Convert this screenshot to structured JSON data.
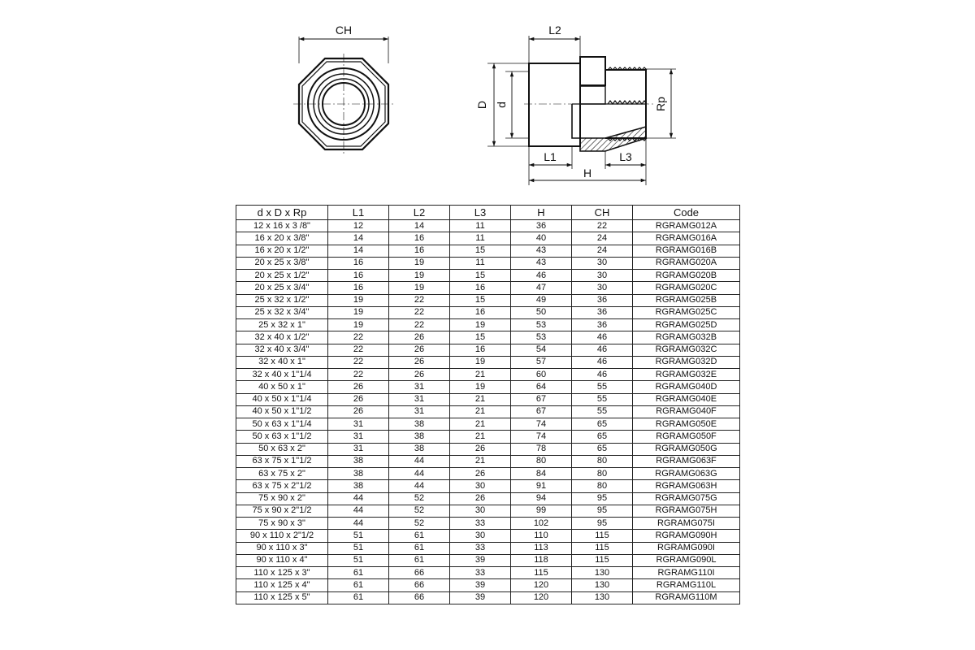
{
  "drawing": {
    "labels": {
      "ch": "CH",
      "l2": "L2",
      "d_outer": "D",
      "d_inner": "d",
      "rp": "Rp",
      "l1": "L1",
      "l3": "L3",
      "h": "H"
    }
  },
  "table": {
    "headers": [
      "d x D x Rp",
      "L1",
      "L2",
      "L3",
      "H",
      "CH",
      "Code"
    ],
    "rows": [
      [
        "12 x 16 x 3 /8\"",
        "12",
        "14",
        "11",
        "36",
        "22",
        "RGRAMG012A"
      ],
      [
        "16 x 20 x 3/8\"",
        "14",
        "16",
        "11",
        "40",
        "24",
        "RGRAMG016A"
      ],
      [
        "16 x 20 x 1/2\"",
        "14",
        "16",
        "15",
        "43",
        "24",
        "RGRAMG016B"
      ],
      [
        "20 x 25 x 3/8\"",
        "16",
        "19",
        "11",
        "43",
        "30",
        "RGRAMG020A"
      ],
      [
        "20 x 25 x 1/2\"",
        "16",
        "19",
        "15",
        "46",
        "30",
        "RGRAMG020B"
      ],
      [
        "20 x 25 x 3/4\"",
        "16",
        "19",
        "16",
        "47",
        "30",
        "RGRAMG020C"
      ],
      [
        "25 x 32 x 1/2\"",
        "19",
        "22",
        "15",
        "49",
        "36",
        "RGRAMG025B"
      ],
      [
        "25 x 32 x 3/4\"",
        "19",
        "22",
        "16",
        "50",
        "36",
        "RGRAMG025C"
      ],
      [
        "25 x 32 x 1\"",
        "19",
        "22",
        "19",
        "53",
        "36",
        "RGRAMG025D"
      ],
      [
        "32 x 40 x 1/2\"",
        "22",
        "26",
        "15",
        "53",
        "46",
        "RGRAMG032B"
      ],
      [
        "32 x 40 x 3/4\"",
        "22",
        "26",
        "16",
        "54",
        "46",
        "RGRAMG032C"
      ],
      [
        "32 x 40 x 1\"",
        "22",
        "26",
        "19",
        "57",
        "46",
        "RGRAMG032D"
      ],
      [
        "32 x 40 x 1\"1/4",
        "22",
        "26",
        "21",
        "60",
        "46",
        "RGRAMG032E"
      ],
      [
        "40 x 50 x 1\"",
        "26",
        "31",
        "19",
        "64",
        "55",
        "RGRAMG040D"
      ],
      [
        "40 x 50 x 1\"1/4",
        "26",
        "31",
        "21",
        "67",
        "55",
        "RGRAMG040E"
      ],
      [
        "40 x 50 x 1\"1/2",
        "26",
        "31",
        "21",
        "67",
        "55",
        "RGRAMG040F"
      ],
      [
        "50 x 63 x 1\"1/4",
        "31",
        "38",
        "21",
        "74",
        "65",
        "RGRAMG050E"
      ],
      [
        "50 x 63 x 1\"1/2",
        "31",
        "38",
        "21",
        "74",
        "65",
        "RGRAMG050F"
      ],
      [
        "50 x 63 x 2\"",
        "31",
        "38",
        "26",
        "78",
        "65",
        "RGRAMG050G"
      ],
      [
        "63 x 75 x 1\"1/2",
        "38",
        "44",
        "21",
        "80",
        "80",
        "RGRAMG063F"
      ],
      [
        "63 x 75 x 2\"",
        "38",
        "44",
        "26",
        "84",
        "80",
        "RGRAMG063G"
      ],
      [
        "63 x 75 x 2\"1/2",
        "38",
        "44",
        "30",
        "91",
        "80",
        "RGRAMG063H"
      ],
      [
        "75 x 90 x 2\"",
        "44",
        "52",
        "26",
        "94",
        "95",
        "RGRAMG075G"
      ],
      [
        "75 x 90 x 2\"1/2",
        "44",
        "52",
        "30",
        "99",
        "95",
        "RGRAMG075H"
      ],
      [
        "75 x 90 x 3\"",
        "44",
        "52",
        "33",
        "102",
        "95",
        "RGRAMG075I"
      ],
      [
        "90 x 110 x 2\"1/2",
        "51",
        "61",
        "30",
        "110",
        "115",
        "RGRAMG090H"
      ],
      [
        "90 x 110 x 3\"",
        "51",
        "61",
        "33",
        "113",
        "115",
        "RGRAMG090I"
      ],
      [
        "90 x 110 x 4\"",
        "51",
        "61",
        "39",
        "118",
        "115",
        "RGRAMG090L"
      ],
      [
        "110 x 125 x 3\"",
        "61",
        "66",
        "33",
        "115",
        "130",
        "RGRAMG110I"
      ],
      [
        "110 x 125 x 4\"",
        "61",
        "66",
        "39",
        "120",
        "130",
        "RGRAMG110L"
      ],
      [
        "110 x 125 x 5\"",
        "61",
        "66",
        "39",
        "120",
        "130",
        "RGRAMG110M"
      ]
    ]
  }
}
